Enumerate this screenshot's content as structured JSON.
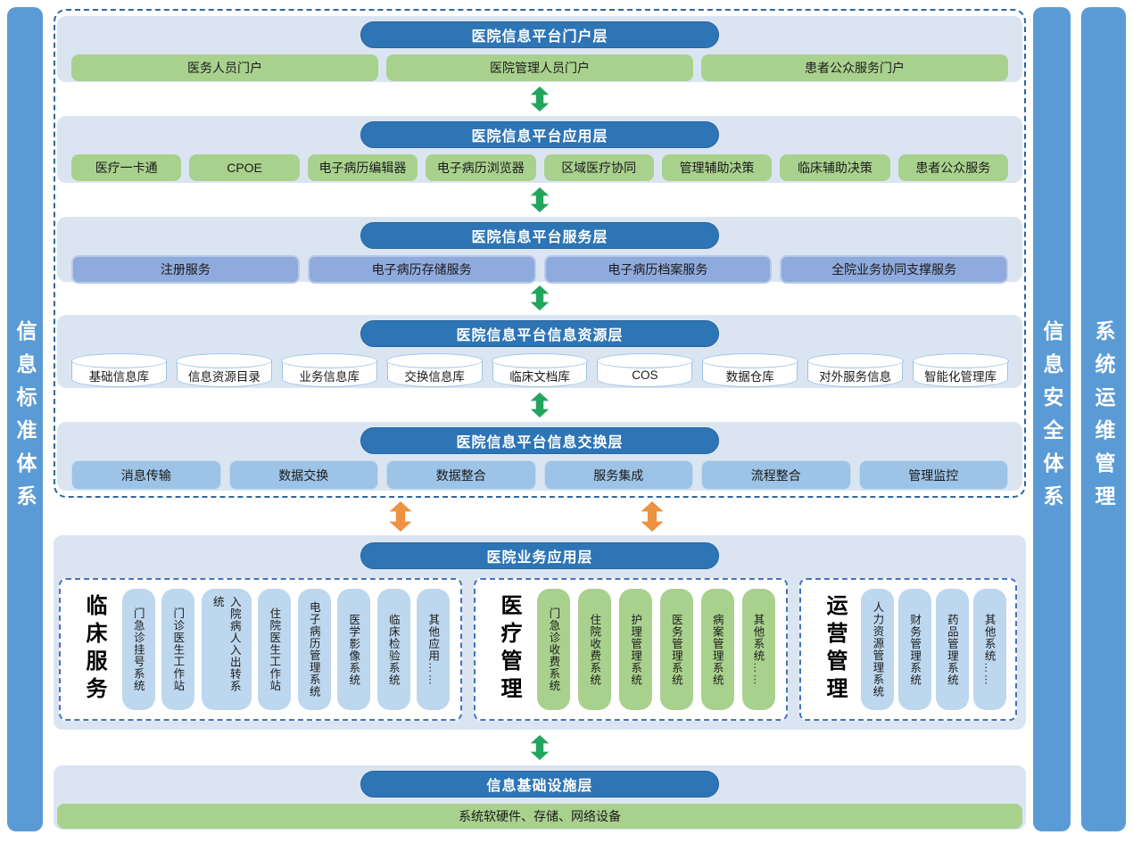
{
  "colors": {
    "sidebar_blue": "#5b9bd5",
    "header_pill_blue": "#2e75b6",
    "panel_light_blue": "#dbe5f2",
    "item_green": "#a9d18e",
    "item_periwinkle": "#8faadc",
    "item_blue": "#9dc3e6",
    "vpill_blue": "#bdd7ee",
    "arrow_green": "#22a55c",
    "arrow_orange": "#ee9140",
    "dashed_border": "#31679b"
  },
  "sidebars": {
    "left": "信息标准体系",
    "right1": "信息安全体系",
    "right2": "系统运维管理"
  },
  "platform_layers": [
    {
      "title": "医院信息平台门户层",
      "items": [
        "医务人员门户",
        "医院管理人员门户",
        "患者公众服务门户"
      ]
    },
    {
      "title": "医院信息平台应用层",
      "items": [
        "医疗一卡通",
        "CPOE",
        "电子病历编辑器",
        "电子病历浏览器",
        "区域医疗协同",
        "管理辅助决策",
        "临床辅助决策",
        "患者公众服务"
      ]
    },
    {
      "title": "医院信息平台服务层",
      "items": [
        "注册服务",
        "电子病历存储服务",
        "电子病历档案服务",
        "全院业务协同支撑服务"
      ]
    },
    {
      "title": "医院信息平台信息资源层",
      "items": [
        "基础信息库",
        "信息资源目录",
        "业务信息库",
        "交换信息库",
        "临床文档库",
        "COS",
        "数据仓库",
        "对外服务信息",
        "智能化管理库"
      ]
    },
    {
      "title": "医院信息平台信息交换层",
      "items": [
        "消息传输",
        "数据交换",
        "数据整合",
        "服务集成",
        "流程整合",
        "管理监控"
      ]
    }
  ],
  "business_layer": {
    "title": "医院业务应用层",
    "groups": [
      {
        "label": "临床服务",
        "systems": [
          "门急诊挂号系统",
          "门诊医生工作站",
          "入院病人入出转系统",
          "住院医生工作站",
          "电子病历管理系统",
          "医学影像系统",
          "临床检验系统",
          "其他应用……"
        ]
      },
      {
        "label": "医疗管理",
        "systems": [
          "门急诊收费系统",
          "住院收费系统",
          "护理管理系统",
          "医务管理系统",
          "病案管理系统",
          "其他系统……"
        ]
      },
      {
        "label": "运营管理",
        "systems": [
          "人力资源管理系统",
          "财务管理系统",
          "药品管理系统",
          "其他系统……"
        ]
      }
    ]
  },
  "infrastructure_layer": {
    "title": "信息基础设施层",
    "bar": "系统软硬件、存储、网络设备"
  }
}
